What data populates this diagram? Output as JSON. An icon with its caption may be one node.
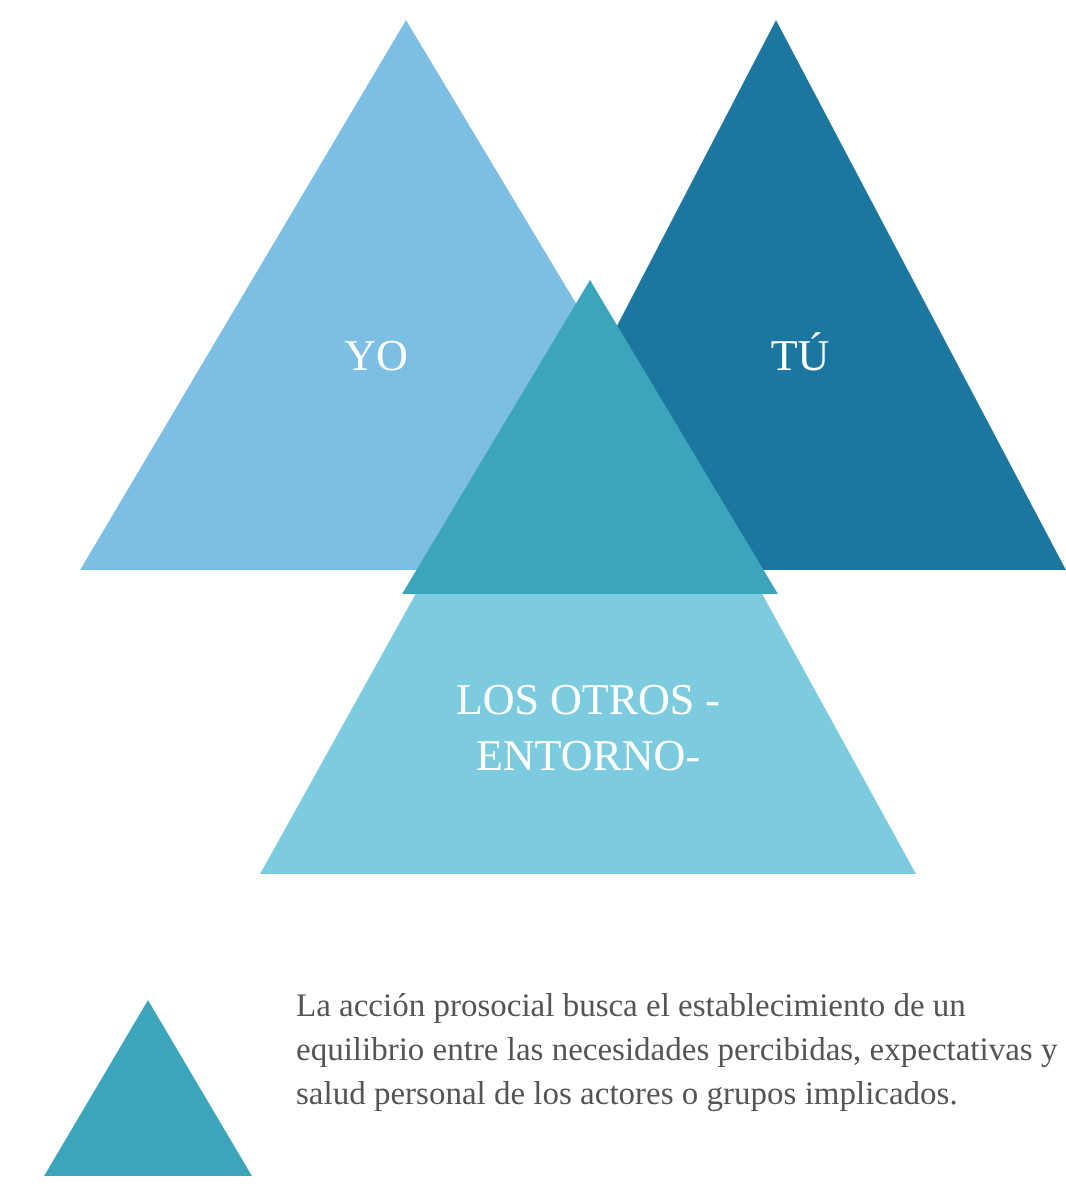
{
  "diagram": {
    "nodes": [
      {
        "text": [
          "YO"
        ]
      },
      {
        "text": [
          "TÚ"
        ]
      },
      {
        "text": [
          "LOS OTROS - ENTORNO-"
        ]
      }
    ],
    "legend": [
      {
        "text": "La acción prosocial busca el establecimiento de un equilibrio entre las necesidades percibidas, expectativas y salud personal de los actores o grupos implicados.",
        "color": "#3aa5bb"
      }
    ]
  }
}
